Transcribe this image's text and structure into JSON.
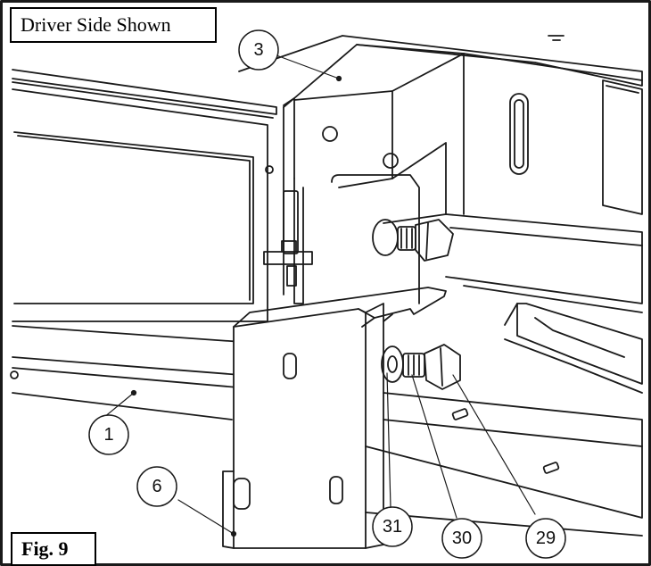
{
  "caption": "Driver Side Shown",
  "figure_label": "Fig. 9",
  "callouts": [
    {
      "label": "3"
    },
    {
      "label": "1"
    },
    {
      "label": "6"
    },
    {
      "label": "31"
    },
    {
      "label": "30"
    },
    {
      "label": "29"
    }
  ]
}
